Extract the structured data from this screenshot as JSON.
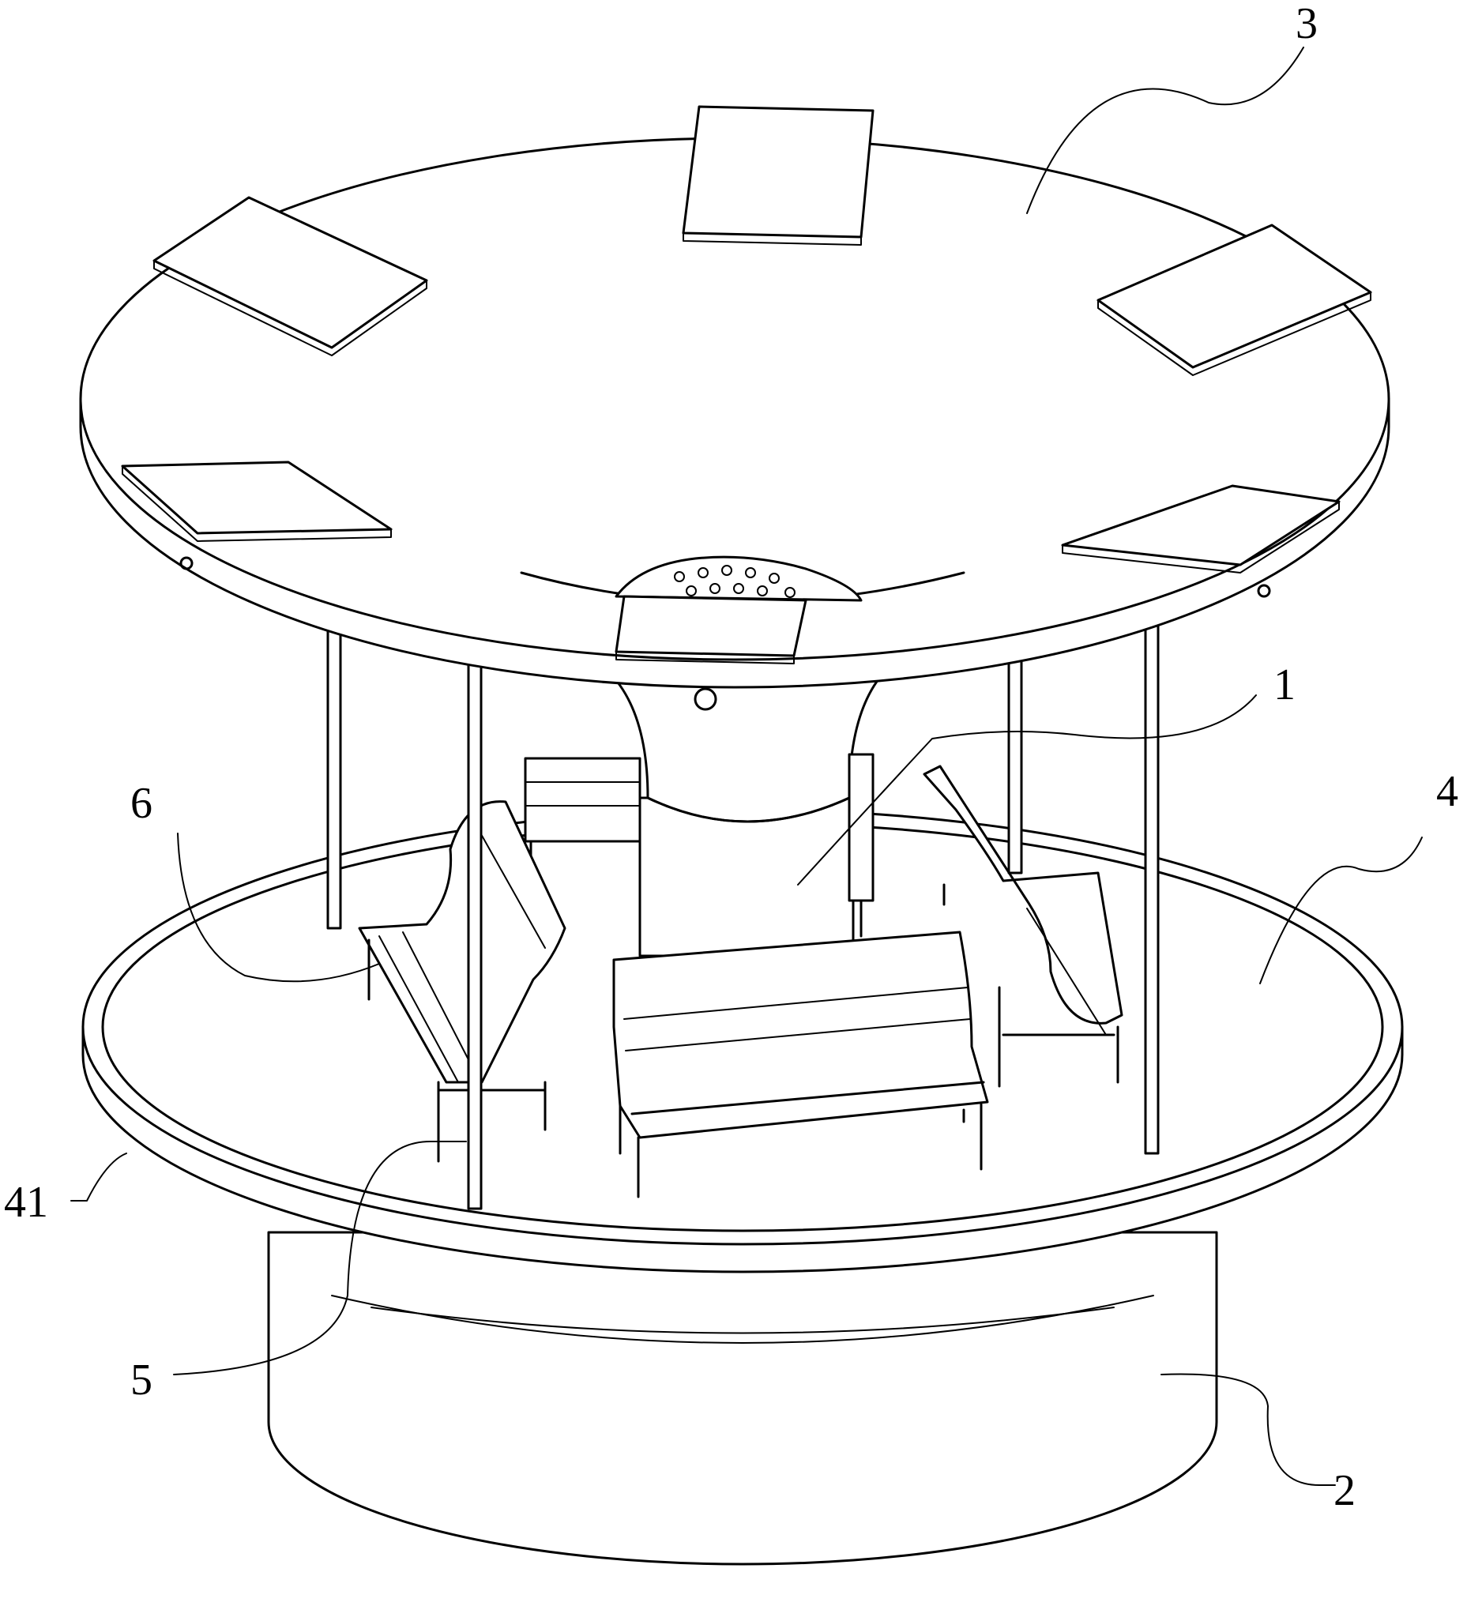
{
  "labels": {
    "l1": "1",
    "l2": "2",
    "l3": "3",
    "l4": "4",
    "l5": "5",
    "l6": "6",
    "l41": "41"
  },
  "colors": {
    "line": "#000000",
    "background": "#ffffff"
  }
}
